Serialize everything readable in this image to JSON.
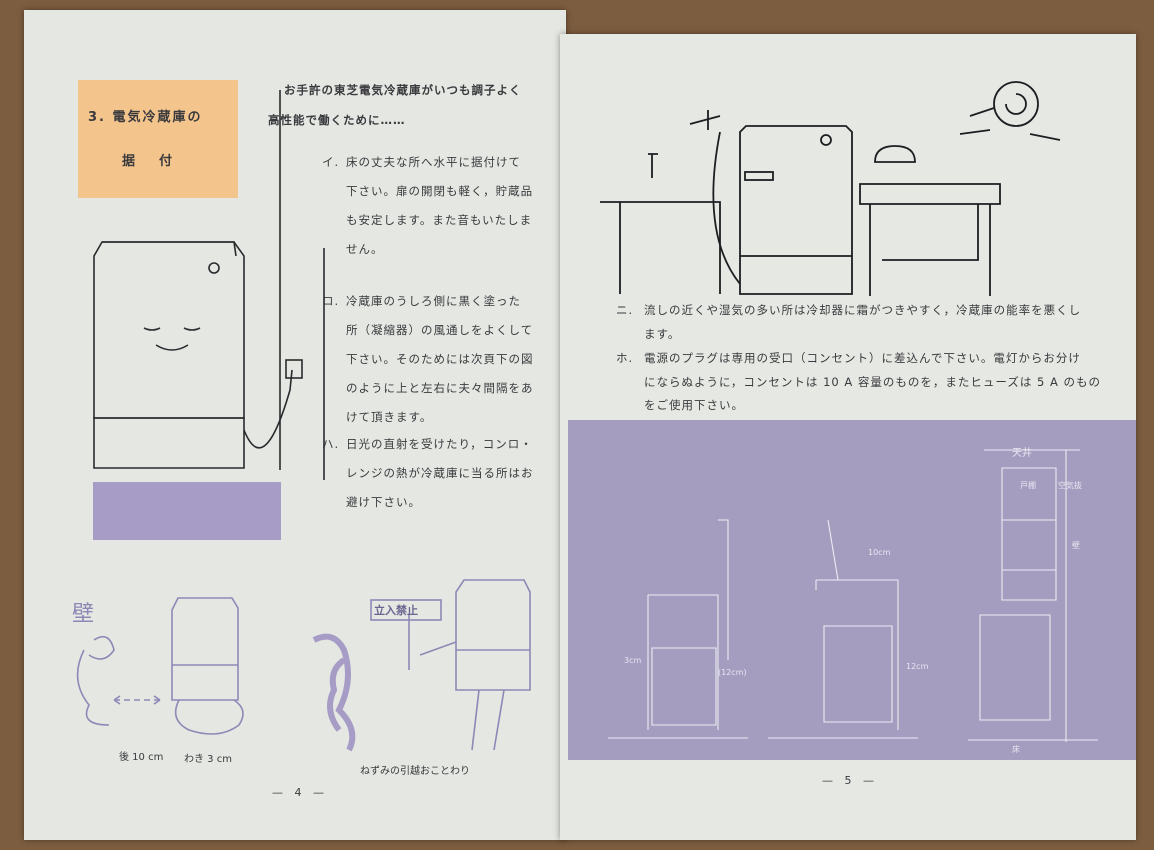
{
  "left_page": {
    "heading": {
      "line1": "3. 電気冷蔵庫の",
      "line2": "据付"
    },
    "intro": [
      "お手許の東芝電気冷蔵庫がいつも調子よく",
      "高性能で働くために……"
    ],
    "items": [
      {
        "mark": "イ.",
        "lines": [
          "床の丈夫な所へ水平に据付けて",
          "下さい。扉の開閉も軽く，貯蔵品",
          "も安定します。また音もいたしま",
          "せん。"
        ]
      },
      {
        "mark": "ロ.",
        "lines": [
          "冷蔵庫のうしろ側に黒く塗った",
          "所（凝縮器）の風通しをよくして",
          "下さい。そのためには次頁下の図",
          "のように上と左右に夫々間隔をあ",
          "けて頂きます。"
        ]
      },
      {
        "mark": "ハ.",
        "lines": [
          "日光の直射を受けたり，コンロ・",
          "レンジの熱が冷蔵庫に当る所はお",
          "避け下さい。"
        ]
      }
    ],
    "illustration_labels": {
      "wall": "壁",
      "back_gap": "後 10 cm",
      "side_gap": "わき 3 cm",
      "sign": "立入禁止",
      "mouse_caption": "ねずみの引越おことわり"
    },
    "page_number": "— 4 —"
  },
  "right_page": {
    "items": [
      {
        "mark": "ニ.",
        "lines": [
          "流しの近くや湿気の多い所は冷却器に霜がつきやすく，冷蔵庫の能率を悪くし",
          "ます。"
        ]
      },
      {
        "mark": "ホ.",
        "lines": [
          "電源のプラグは専用の受口（コンセント）に差込んで下さい。電灯からお分け",
          "にならぬように，コンセントは 10 A 容量のものを，またヒューズは 5 A のもの",
          "をご使用下さい。"
        ]
      }
    ],
    "diagram_labels": {
      "ceiling": "天井",
      "cupboard": "戸棚",
      "air_vent": "空気抜",
      "wall": "壁",
      "floor": "床",
      "dim_12": "12cm",
      "dim_12p": "(12cm)",
      "dim_3": "3cm",
      "dim_10": "10cm"
    },
    "page_number": "— 5 —"
  },
  "colors": {
    "background": "#7d5d3f",
    "paper": "#e4e7e2",
    "heading_box": "#f3c48b",
    "purple": "#a79cc6"
  }
}
